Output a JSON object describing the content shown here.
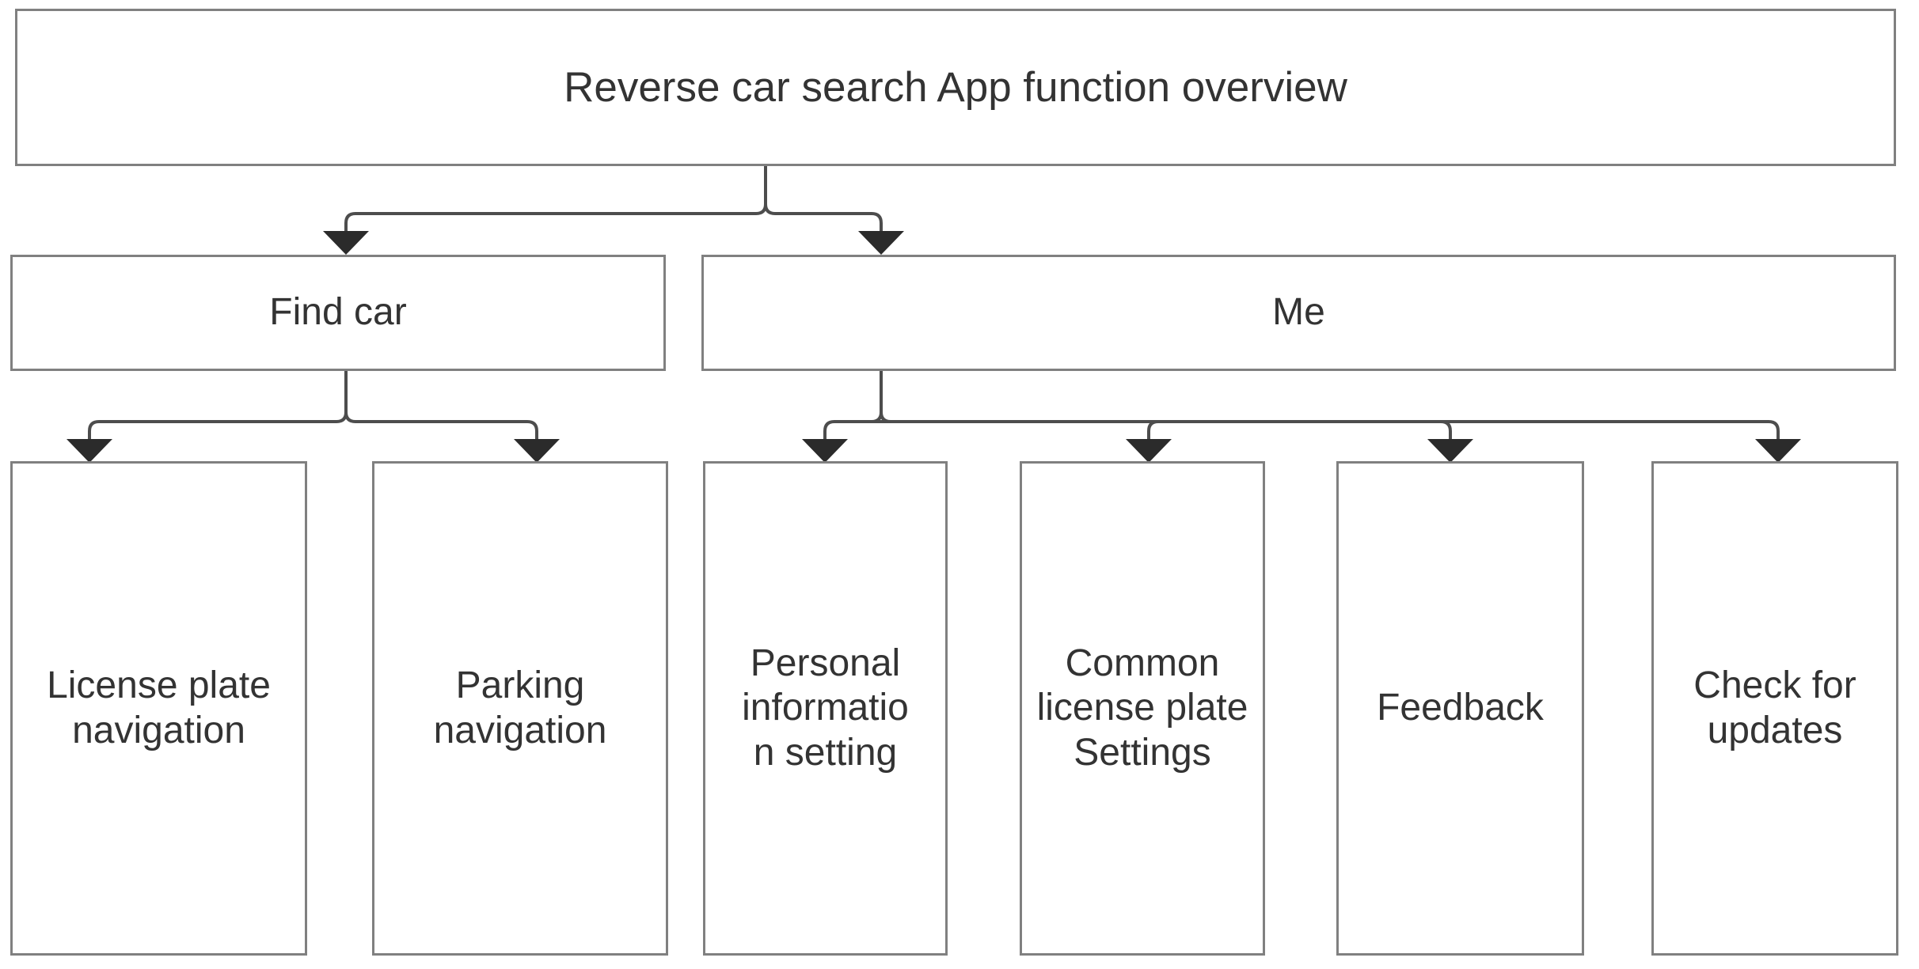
{
  "diagram": {
    "type": "hierarchy-tree",
    "orientation": "top-down",
    "colors": {
      "box_border": "#808080",
      "box_fill": "#ffffff",
      "connector": "#4d4d4d",
      "arrowhead": "#2b2b2b",
      "text": "#333333",
      "background": "#ffffff"
    },
    "root": {
      "id": "root",
      "label": "Reverse car search App function overview"
    },
    "level2": [
      {
        "id": "find-car",
        "label": "Find car"
      },
      {
        "id": "me",
        "label": "Me"
      }
    ],
    "level3": [
      {
        "id": "license-plate-navigation",
        "parent": "find-car",
        "label": "License plate navigation"
      },
      {
        "id": "parking-navigation",
        "parent": "find-car",
        "label": "Parking navigation"
      },
      {
        "id": "personal-information",
        "parent": "me",
        "label": "Personal informatio\nn setting"
      },
      {
        "id": "common-license-plate",
        "parent": "me",
        "label": "Common license plate Settings"
      },
      {
        "id": "feedback",
        "parent": "me",
        "label": "Feedback"
      },
      {
        "id": "check-for-updates",
        "parent": "me",
        "label": "Check for updates"
      }
    ]
  }
}
